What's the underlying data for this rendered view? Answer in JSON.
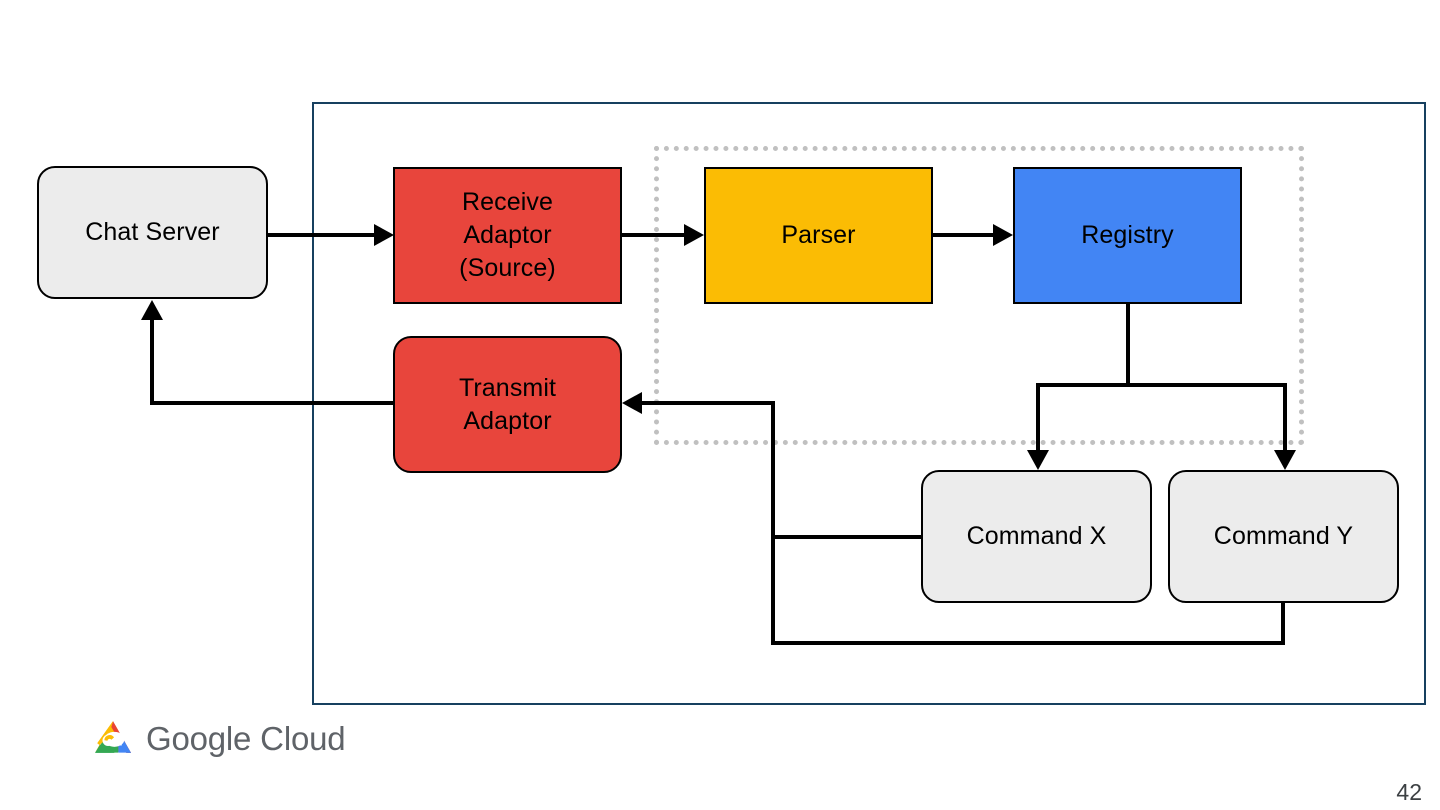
{
  "slide": {
    "page_number": "42",
    "brand": {
      "word_google": "Google",
      "word_cloud": " Cloud",
      "logo_name": "google-cloud-logo",
      "colors": {
        "red": "#EA4335",
        "blue": "#4285F4",
        "green": "#34A853",
        "yellow": "#FBBC04"
      }
    }
  },
  "system_container": {
    "label": "",
    "border_color": "#17405F"
  },
  "dotted_region": {
    "label": "",
    "border_color": "#C0C0C0"
  },
  "nodes": {
    "chat_server": {
      "label": "Chat Server",
      "fill": "#ECECEC",
      "shape": "rounded"
    },
    "receive_adaptor": {
      "label": "Receive\nAdaptor\n(Source)",
      "fill": "#E8453C",
      "shape": "sharp"
    },
    "parser": {
      "label": "Parser",
      "fill": "#FBBC04",
      "shape": "sharp"
    },
    "registry": {
      "label": "Registry",
      "fill": "#4285F4",
      "shape": "sharp"
    },
    "transmit_adaptor": {
      "label": "Transmit\nAdaptor",
      "fill": "#E8453C",
      "shape": "rounded"
    },
    "command_x": {
      "label": "Command X",
      "fill": "#ECECEC",
      "shape": "rounded"
    },
    "command_y": {
      "label": "Command Y",
      "fill": "#ECECEC",
      "shape": "rounded"
    }
  },
  "edges": [
    {
      "name": "chat-server-to-receive-adaptor",
      "from": "chat_server",
      "to": "receive_adaptor"
    },
    {
      "name": "receive-adaptor-to-parser",
      "from": "receive_adaptor",
      "to": "parser"
    },
    {
      "name": "parser-to-registry",
      "from": "parser",
      "to": "registry"
    },
    {
      "name": "registry-to-command-x",
      "from": "registry",
      "to": "command_x"
    },
    {
      "name": "registry-to-command-y",
      "from": "registry",
      "to": "command_y"
    },
    {
      "name": "command-x-to-transmit-adaptor",
      "from": "command_x",
      "to": "transmit_adaptor"
    },
    {
      "name": "command-y-to-transmit-adaptor",
      "from": "command_y",
      "to": "transmit_adaptor"
    },
    {
      "name": "transmit-adaptor-to-chat-server",
      "from": "transmit_adaptor",
      "to": "chat_server"
    }
  ]
}
